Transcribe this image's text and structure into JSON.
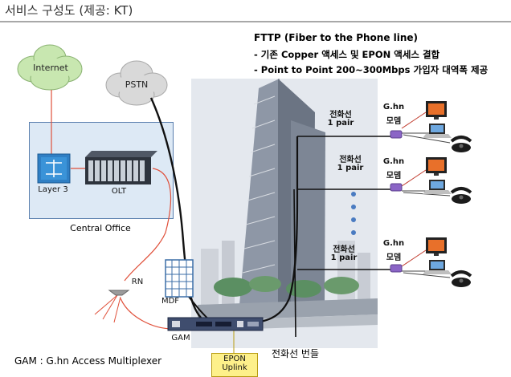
{
  "page": {
    "title": "서비스 구성도 (제공: KT)"
  },
  "clouds": {
    "internet": "Internet",
    "pstn": "PSTN"
  },
  "central_office": {
    "label": "Central Office",
    "layer3": "Layer 3",
    "olt": "OLT"
  },
  "fttp": {
    "title": "FTTP (Fiber to the Phone line)",
    "line1": "- 기존 Copper 액세스 및 EPON 액세스 결합",
    "line2": "- Point to Point 200~300Mbps  가입자 대역폭 제공"
  },
  "building": {
    "floors": [
      {
        "line_label": "전화선",
        "pair_label": "1 pair",
        "modem_top": "G.hn",
        "modem_bottom": "모뎀"
      },
      {
        "line_label": "전화선",
        "pair_label": "1 pair",
        "modem_top": "G.hn",
        "modem_bottom": "모뎀"
      },
      {
        "line_label": "전화선",
        "pair_label": "1 pair",
        "modem_top": "G.hn",
        "modem_bottom": "모뎀"
      }
    ],
    "bundle_label": "전화선 번들"
  },
  "equipment": {
    "rn": "RN",
    "mdf": "MDF",
    "gam": "GAM",
    "epon_uplink_line1": "EPON",
    "epon_uplink_line2": "Uplink"
  },
  "footnote": "GAM : G.hn Access Multiplexer",
  "colors": {
    "cloud": "#c8e7b0",
    "pstn_cloud": "#d9d9d9",
    "central_office_bg": "#dde9f5",
    "fiber_red": "#e0503a",
    "copper_black": "#111111",
    "epon_box": "#fdf08a",
    "modem_purple": "#8b65c6",
    "building_bg": "#e8ebef"
  },
  "icons": [
    "cloud-icon",
    "router-icon",
    "olt-rack-icon",
    "building-icon",
    "modem-icon",
    "monitor-icon",
    "laptop-icon",
    "telephone-icon",
    "splitter-icon",
    "mdf-panel-icon",
    "gam-rack-icon"
  ]
}
